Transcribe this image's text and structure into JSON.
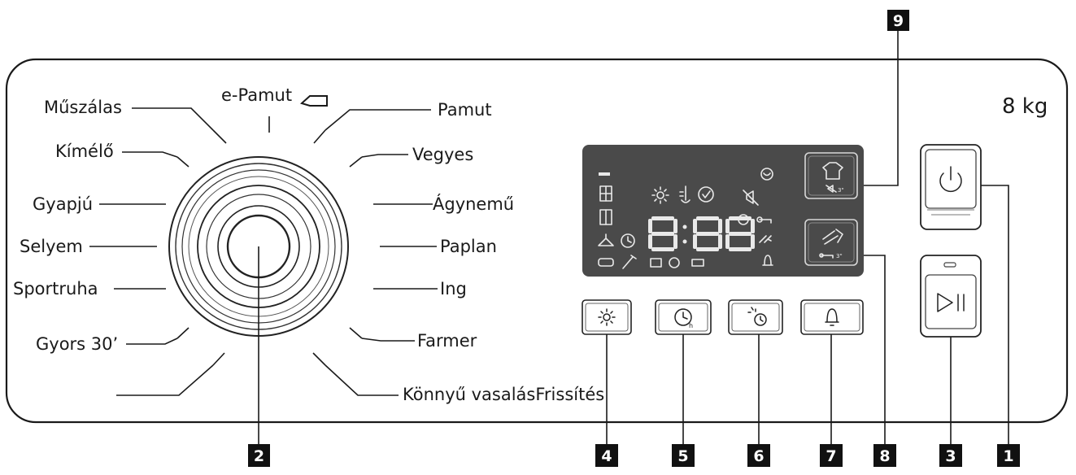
{
  "capacity": "8 kg",
  "programs": {
    "e_pamut": "e-Pamut",
    "pamut": "Pamut",
    "muszalas": "Műszálas",
    "vegyes": "Vegyes",
    "kimelo": "Kímélő",
    "agynemu": "Ágynemű",
    "gyapju": "Gyapjú",
    "paplan": "Paplan",
    "selyem": "Selyem",
    "ing": "Ing",
    "sportruha": "Sportruha",
    "farmer": "Farmer",
    "gyors": "Gyors 30’",
    "konnyu": "Könnyű vasalásFrissítés"
  },
  "display": {
    "digits": "8:88"
  },
  "callouts": [
    "1",
    "2",
    "3",
    "4",
    "5",
    "6",
    "7",
    "8",
    "9"
  ],
  "icons": {
    "power_button": "power-icon",
    "start_pause_button": "play-pause-icon",
    "temperature_button": "temperature-icon",
    "delay_button": "delay-timer-icon",
    "spin_button": "spin-icon",
    "alarm_button": "bell-icon",
    "drum_clean_button": "drum-clean-icon",
    "quick_button": "quick-wash-icon"
  }
}
